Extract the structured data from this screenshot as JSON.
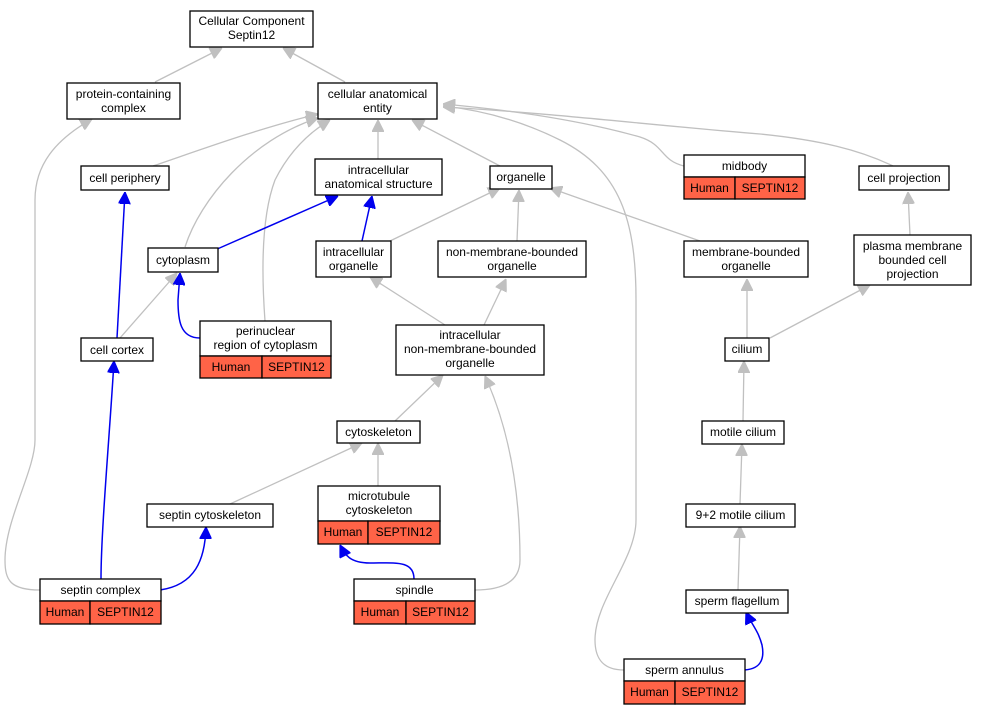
{
  "nodes": {
    "root": [
      "Cellular Component",
      "Septin12"
    ],
    "protein_containing_complex": [
      "protein-containing",
      "complex"
    ],
    "cellular_anatomical_entity": [
      "cellular anatomical",
      "entity"
    ],
    "cell_periphery": [
      "cell periphery"
    ],
    "intracellular_anatomical_structure": [
      "intracellular",
      "anatomical structure"
    ],
    "organelle": [
      "organelle"
    ],
    "midbody": [
      "midbody"
    ],
    "cell_projection": [
      "cell projection"
    ],
    "cytoplasm": [
      "cytoplasm"
    ],
    "intracellular_organelle": [
      "intracellular",
      "organelle"
    ],
    "non_membrane_bounded_organelle": [
      "non-membrane-bounded",
      "organelle"
    ],
    "membrane_bounded_organelle": [
      "membrane-bounded",
      "organelle"
    ],
    "plasma_membrane_bounded_cell_projection": [
      "plasma membrane",
      "bounded cell",
      "projection"
    ],
    "cell_cortex": [
      "cell cortex"
    ],
    "perinuclear_region_of_cytoplasm": [
      "perinuclear",
      "region of cytoplasm"
    ],
    "intracellular_non_membrane_bounded_organelle": [
      "intracellular",
      "non-membrane-bounded",
      "organelle"
    ],
    "cilium": [
      "cilium"
    ],
    "cytoskeleton": [
      "cytoskeleton"
    ],
    "motile_cilium": [
      "motile cilium"
    ],
    "septin_cytoskeleton": [
      "septin cytoskeleton"
    ],
    "microtubule_cytoskeleton": [
      "microtubule",
      "cytoskeleton"
    ],
    "nine_plus_two_motile_cilium": [
      "9+2 motile cilium"
    ],
    "septin_complex": [
      "septin complex"
    ],
    "spindle": [
      "spindle"
    ],
    "sperm_flagellum": [
      "sperm flagellum"
    ],
    "sperm_annulus": [
      "sperm annulus"
    ]
  },
  "annotation": {
    "species": "Human",
    "gene": "SEPTIN12",
    "annotated_nodes": [
      "midbody",
      "perinuclear_region_of_cytoplasm",
      "microtubule_cytoskeleton",
      "septin_complex",
      "spindle",
      "sperm_annulus"
    ]
  },
  "edge_colors": {
    "is_a": "#c0c0c0",
    "part_of": "#0000ee",
    "annotation_fill": "#ff6347"
  }
}
